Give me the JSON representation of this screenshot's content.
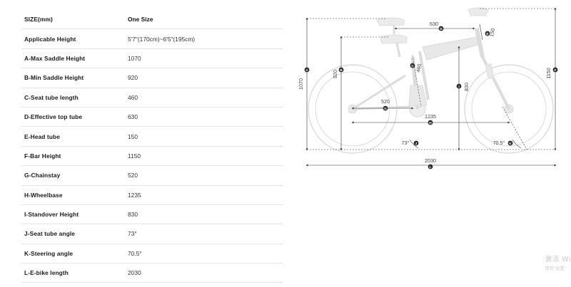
{
  "table": {
    "header": {
      "label": "SIZE(mm)",
      "value": "One Size"
    },
    "rows": [
      {
        "label": "Applicable Height",
        "value": "5'7\"(170cm)~6'5\"(195cm)"
      },
      {
        "label": "A-Max Saddle Height",
        "value": "1070"
      },
      {
        "label": "B-Min Saddle Height",
        "value": "920"
      },
      {
        "label": "C-Seat tube length",
        "value": "460"
      },
      {
        "label": "D-Effective top tube",
        "value": "630"
      },
      {
        "label": "E-Head tube",
        "value": "150"
      },
      {
        "label": "F-Bar Height",
        "value": "1150"
      },
      {
        "label": "G-Chainstay",
        "value": "520"
      },
      {
        "label": "H-Wheelbase",
        "value": "1235"
      },
      {
        "label": "I-Standover Height",
        "value": "830"
      },
      {
        "label": "J-Seat tube angle",
        "value": "73°"
      },
      {
        "label": "K-Steering angle",
        "value": "70.5°"
      },
      {
        "label": "L-E-bike length",
        "value": "2030"
      }
    ]
  },
  "diagram": {
    "dims": {
      "a": "1070",
      "b": "920",
      "c": "460",
      "d": "630",
      "e": "150",
      "f": "1150",
      "g": "520",
      "h": "1235",
      "i": "830",
      "j": "73°",
      "k": "70.5°",
      "l": "2030"
    },
    "badges": {
      "a": "A",
      "b": "B",
      "c": "C",
      "d": "D",
      "e": "E",
      "f": "F",
      "g": "G",
      "h": "H",
      "i": "I",
      "j": "J",
      "k": "K",
      "l": "L"
    }
  },
  "watermark": {
    "line1": "激活 Wi",
    "line2": "转到\"设置\""
  },
  "colors": {
    "line": "#333333",
    "bike": "#dcdcdc",
    "badge": "#2b2b2b",
    "rule": "#e3e3e3"
  }
}
